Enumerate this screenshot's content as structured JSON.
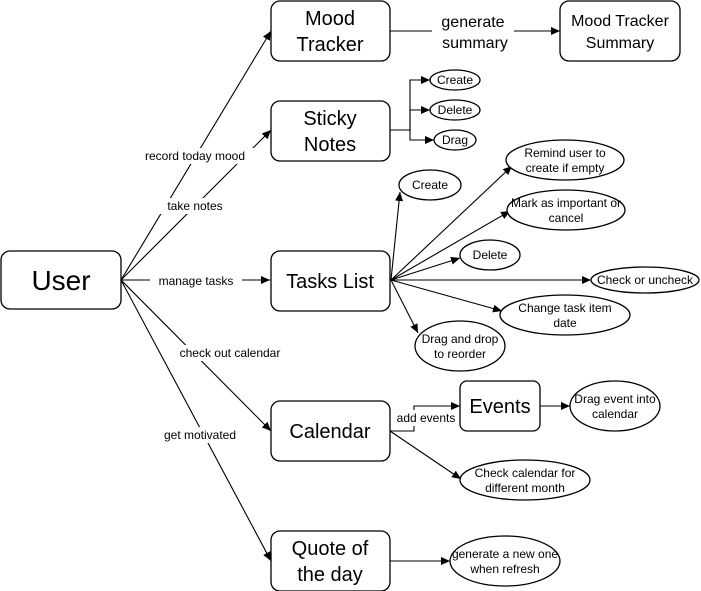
{
  "colors": {
    "stroke": "#000000",
    "fill": "#ffffff",
    "text": "#000000"
  },
  "nodes": {
    "user": {
      "lines": [
        "User"
      ]
    },
    "mood_tracker": {
      "lines": [
        "Mood",
        "Tracker"
      ]
    },
    "mood_summary": {
      "lines": [
        "Mood Tracker",
        "Summary"
      ]
    },
    "sticky_notes": {
      "lines": [
        "Sticky",
        "Notes"
      ]
    },
    "sn_create": {
      "lines": [
        "Create"
      ]
    },
    "sn_delete": {
      "lines": [
        "Delete"
      ]
    },
    "sn_drag": {
      "lines": [
        "Drag"
      ]
    },
    "tasks_list": {
      "lines": [
        "Tasks List"
      ]
    },
    "tl_create": {
      "lines": [
        "Create"
      ]
    },
    "tl_remind": {
      "lines": [
        "Remind user to",
        "create if empty"
      ]
    },
    "tl_mark": {
      "lines": [
        "Mark as important or",
        "cancel"
      ]
    },
    "tl_delete": {
      "lines": [
        "Delete"
      ]
    },
    "tl_check": {
      "lines": [
        "Check or uncheck"
      ]
    },
    "tl_change_date": {
      "lines": [
        "Change task item",
        "date"
      ]
    },
    "tl_drag_reorder": {
      "lines": [
        "Drag and drop",
        "to reorder"
      ]
    },
    "calendar": {
      "lines": [
        "Calendar"
      ]
    },
    "events": {
      "lines": [
        "Events"
      ]
    },
    "ev_drag": {
      "lines": [
        "Drag event into",
        "calendar"
      ]
    },
    "cal_month": {
      "lines": [
        "Check calendar for",
        "different month"
      ]
    },
    "quote": {
      "lines": [
        "Quote of",
        "the day"
      ]
    },
    "q_generate": {
      "lines": [
        "generate a new one",
        "when refresh"
      ]
    }
  },
  "edge_labels": {
    "record_today_mood": "record today mood",
    "take_notes": "take notes",
    "manage_tasks": "manage tasks",
    "check_out_calendar": "check out calendar",
    "get_motivated": "get motivated",
    "generate_summary": [
      "generate",
      "summary"
    ],
    "add_events": "add events"
  }
}
